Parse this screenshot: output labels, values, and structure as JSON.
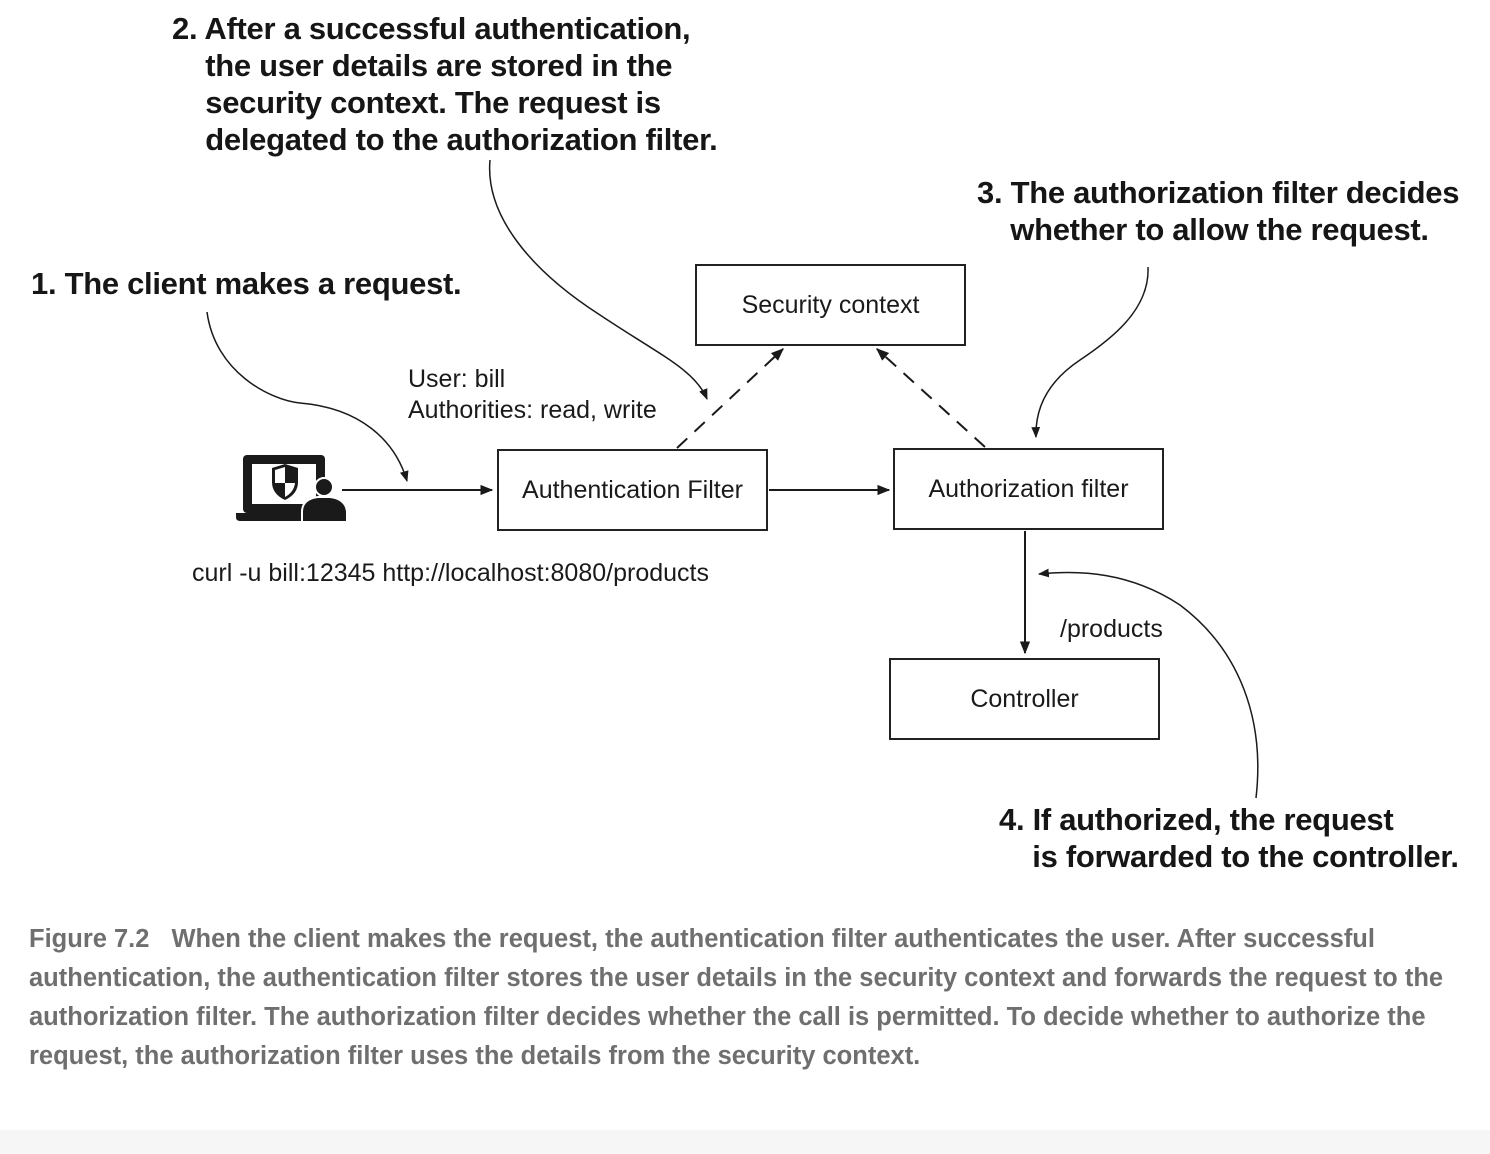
{
  "callouts": {
    "step1": "1. The client makes a request.",
    "step2": "2. After a successful authentication,\n    the user details are stored in the\n    security context. The request is\n    delegated to the authorization filter.",
    "step3": "3. The authorization filter decides\n    whether to allow the request.",
    "step4": "4. If authorized, the request\n    is forwarded to the controller."
  },
  "boxes": {
    "security_context": "Security context",
    "authentication_filter": "Authentication Filter",
    "authorization_filter": "Authorization filter",
    "controller": "Controller"
  },
  "labels": {
    "user": "User: bill",
    "authorities": "Authorities: read, write",
    "curl": "curl -u bill:12345 http://localhost:8080/products",
    "products_path": "/products"
  },
  "caption": {
    "figure": "Figure 7.2",
    "text": "When the client makes the request, the authentication filter authenticates the user. After successful authentication, the authentication filter stores the user details in the security context and forwards the request to the authorization filter. The authorization filter decides whether the call is permitted. To decide whether to authorize the request, the authorization filter uses the details from the security context."
  },
  "icons": {
    "client": "laptop-with-shield-and-user-icon"
  },
  "colors": {
    "ink": "#1a1a1a",
    "caption": "#6f6f6f"
  }
}
